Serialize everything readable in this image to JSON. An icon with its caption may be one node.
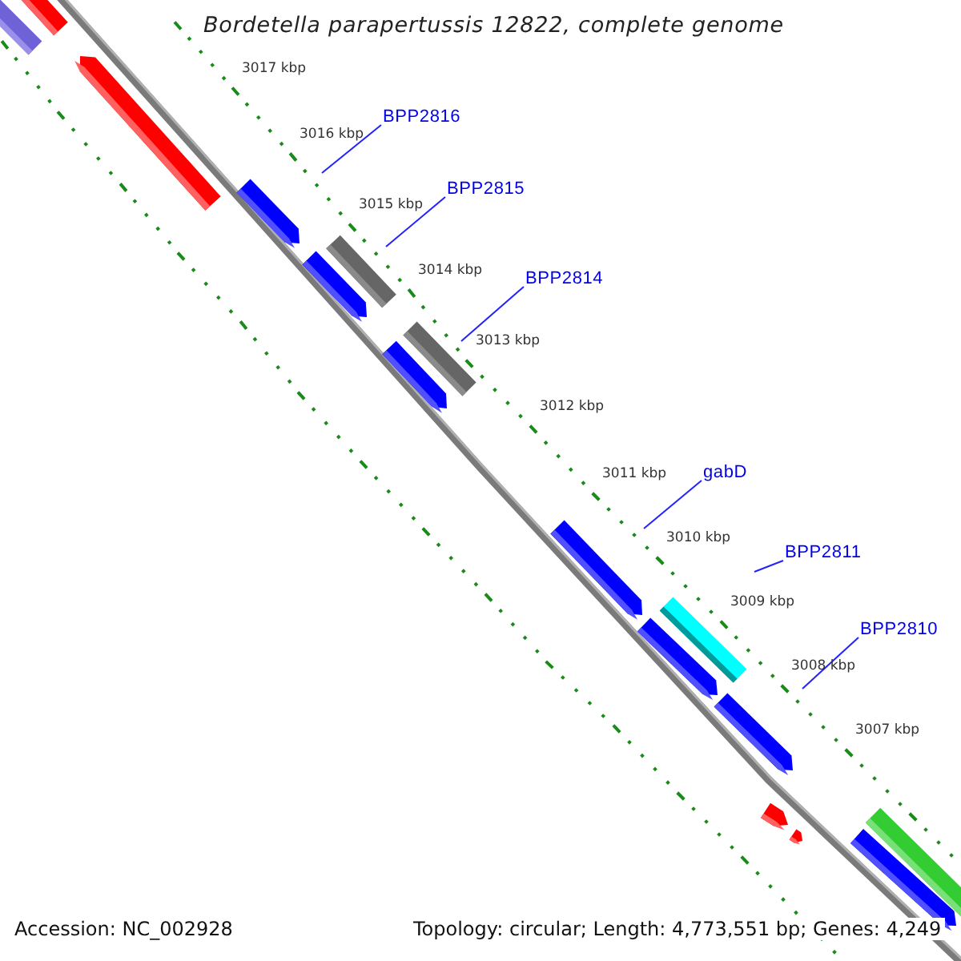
{
  "diagram": {
    "title": "Bordetella parapertussis 12822, complete genome",
    "nodes": [
      {
        "text": [
          "BPP2816"
        ]
      },
      {
        "text": [
          "BPP2815"
        ]
      },
      {
        "text": [
          "BPP2814"
        ]
      },
      {
        "text": [
          "gabD"
        ]
      },
      {
        "text": [
          "BPP2811"
        ]
      },
      {
        "text": [
          "BPP2810"
        ]
      }
    ],
    "edges": [
      {
        "from": 0,
        "to": null,
        "arrow": "none"
      },
      {
        "from": 1,
        "to": null,
        "arrow": "none"
      },
      {
        "from": 2,
        "to": null,
        "arrow": "none"
      },
      {
        "from": 3,
        "to": null,
        "arrow": "none"
      },
      {
        "from": 4,
        "to": null,
        "arrow": "none"
      },
      {
        "from": 5,
        "to": null,
        "arrow": "none"
      }
    ],
    "labels": [
      "3017 kbp",
      "3016 kbp",
      "3015 kbp",
      "3014 kbp",
      "3013 kbp",
      "3012 kbp",
      "3011 kbp",
      "3010 kbp",
      "3009 kbp",
      "3008 kbp",
      "3007 kbp",
      "Accession: NC_002928",
      "Topology: circular; Length: 4,773,551 bp; Genes: 4,249"
    ]
  }
}
